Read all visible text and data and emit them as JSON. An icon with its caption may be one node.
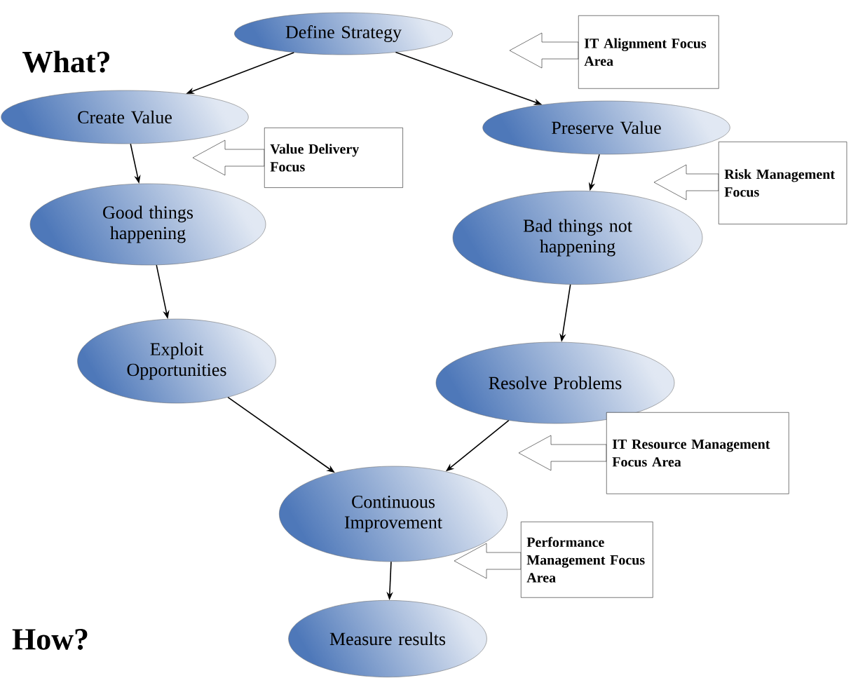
{
  "diagram": {
    "nodes": [
      {
        "text": [
          "Define Strategy"
        ]
      },
      {
        "text": [
          "Create Value"
        ]
      },
      {
        "text": [
          "Preserve Value"
        ]
      },
      {
        "text": [
          "Good things happening"
        ]
      },
      {
        "text": [
          "Bad things not happening"
        ]
      },
      {
        "text": [
          "Exploit Opportunities"
        ]
      },
      {
        "text": [
          "Resolve Problems"
        ]
      },
      {
        "text": [
          "Continuous Improvement"
        ]
      },
      {
        "text": [
          "Measure results"
        ]
      },
      {
        "text": [
          "IT Alignment Focus Area"
        ]
      },
      {
        "text": [
          "Value Delivery Focus"
        ]
      },
      {
        "text": [
          "Risk Management Focus"
        ]
      },
      {
        "text": [
          "IT Resource Management Focus Area"
        ]
      },
      {
        "text": [
          "Performance Management Focus Area"
        ]
      }
    ],
    "edges": [
      {
        "from": 0,
        "to": 1,
        "arrow": "to"
      },
      {
        "from": 0,
        "to": 2,
        "arrow": "to"
      },
      {
        "from": 1,
        "to": 3,
        "arrow": "to"
      },
      {
        "from": 2,
        "to": 4,
        "arrow": "to"
      },
      {
        "from": 3,
        "to": 5,
        "arrow": "to"
      },
      {
        "from": 4,
        "to": 6,
        "arrow": "to"
      },
      {
        "from": 5,
        "to": 7,
        "arrow": "to"
      },
      {
        "from": 6,
        "to": 7,
        "arrow": "to"
      },
      {
        "from": 7,
        "to": 8,
        "arrow": "to"
      }
    ],
    "labels": [
      "What?",
      "How?"
    ]
  }
}
